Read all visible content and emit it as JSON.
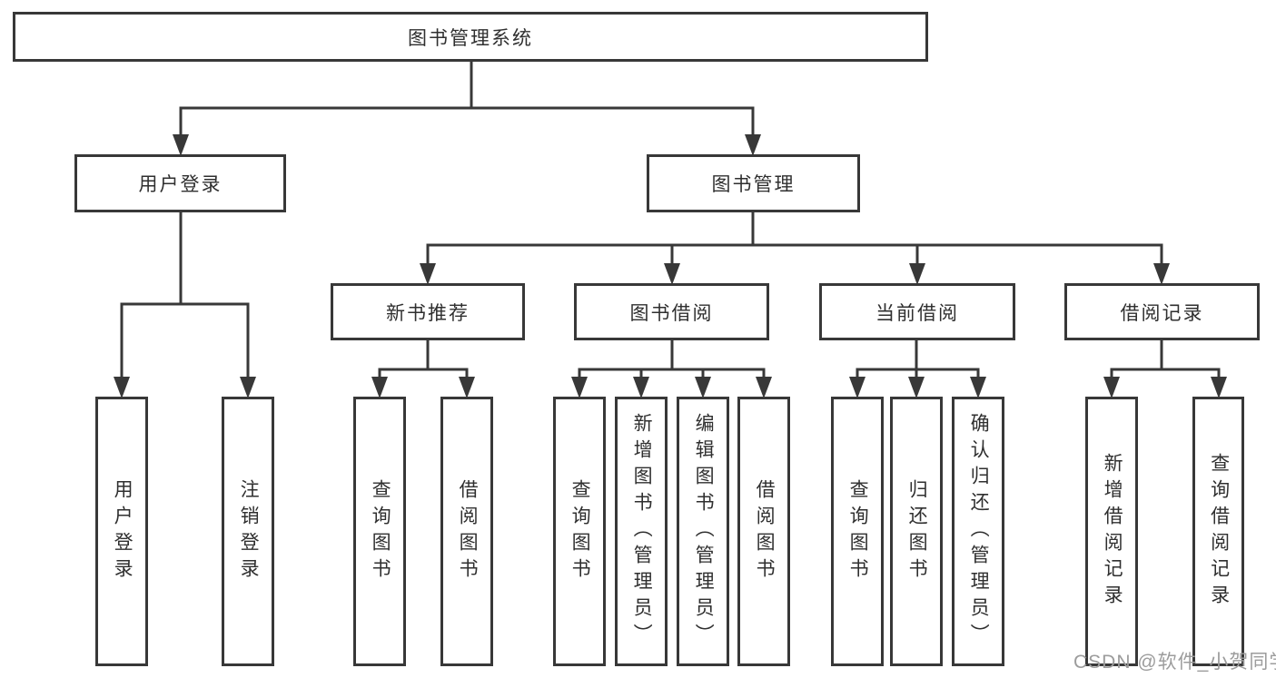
{
  "root": {
    "label": "图书管理系统"
  },
  "branches": {
    "user_login": {
      "label": "用户登录",
      "children": [
        {
          "label": "用户登录"
        },
        {
          "label": "注销登录"
        }
      ]
    },
    "book_management": {
      "label": "图书管理",
      "children": [
        {
          "label": "新书推荐",
          "children": [
            {
              "label": "查询图书"
            },
            {
              "label": "借阅图书"
            }
          ]
        },
        {
          "label": "图书借阅",
          "children": [
            {
              "label": "查询图书"
            },
            {
              "label": "新增图书（管理员）"
            },
            {
              "label": "编辑图书（管理员）"
            },
            {
              "label": "借阅图书"
            }
          ]
        },
        {
          "label": "当前借阅",
          "children": [
            {
              "label": "查询图书"
            },
            {
              "label": "归还图书"
            },
            {
              "label": "确认归还（管理员）"
            }
          ]
        },
        {
          "label": "借阅记录",
          "children": [
            {
              "label": "新增借阅记录"
            },
            {
              "label": "查询借阅记录"
            }
          ]
        }
      ]
    }
  },
  "watermark": "CSDN @软件_小贺同学",
  "colors": {
    "line": "#383838",
    "text": "#2f2f2f",
    "watermark_text": "#9c9c9c",
    "background": "#ffffff"
  }
}
